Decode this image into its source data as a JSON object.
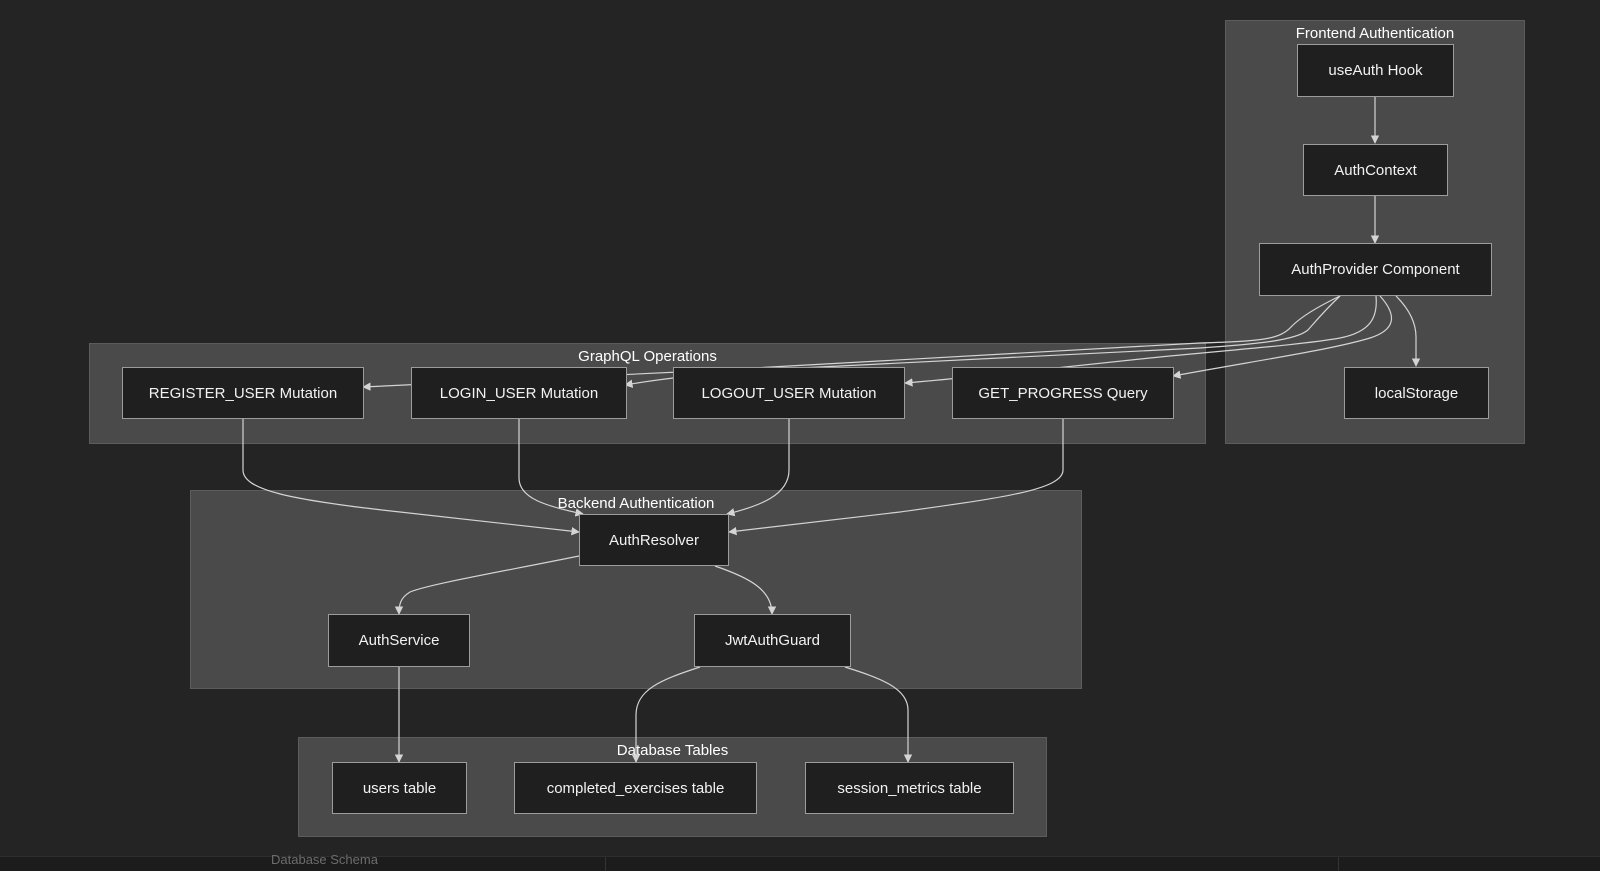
{
  "clusters": {
    "frontend": "Frontend Authentication",
    "graphql": "GraphQL Operations",
    "backend": "Backend Authentication",
    "database": "Database Tables"
  },
  "nodes": {
    "use_auth_hook": "useAuth Hook",
    "auth_context": "AuthContext",
    "auth_provider": "AuthProvider Component",
    "local_storage": "localStorage",
    "register_user": "REGISTER_USER Mutation",
    "login_user": "LOGIN_USER Mutation",
    "logout_user": "LOGOUT_USER Mutation",
    "get_progress": "GET_PROGRESS Query",
    "auth_resolver": "AuthResolver",
    "auth_service": "AuthService",
    "jwt_auth_guard": "JwtAuthGuard",
    "users_table": "users table",
    "completed_exercises_table": "completed_exercises table",
    "session_metrics_table": "session_metrics table"
  },
  "footer": {
    "label": "Database Schema"
  },
  "colors": {
    "background": "#242424",
    "cluster_fill": "#4a4a4a",
    "node_fill": "#1f1f1f",
    "node_border": "#9c9c9c",
    "edge": "#d4d4d4"
  }
}
